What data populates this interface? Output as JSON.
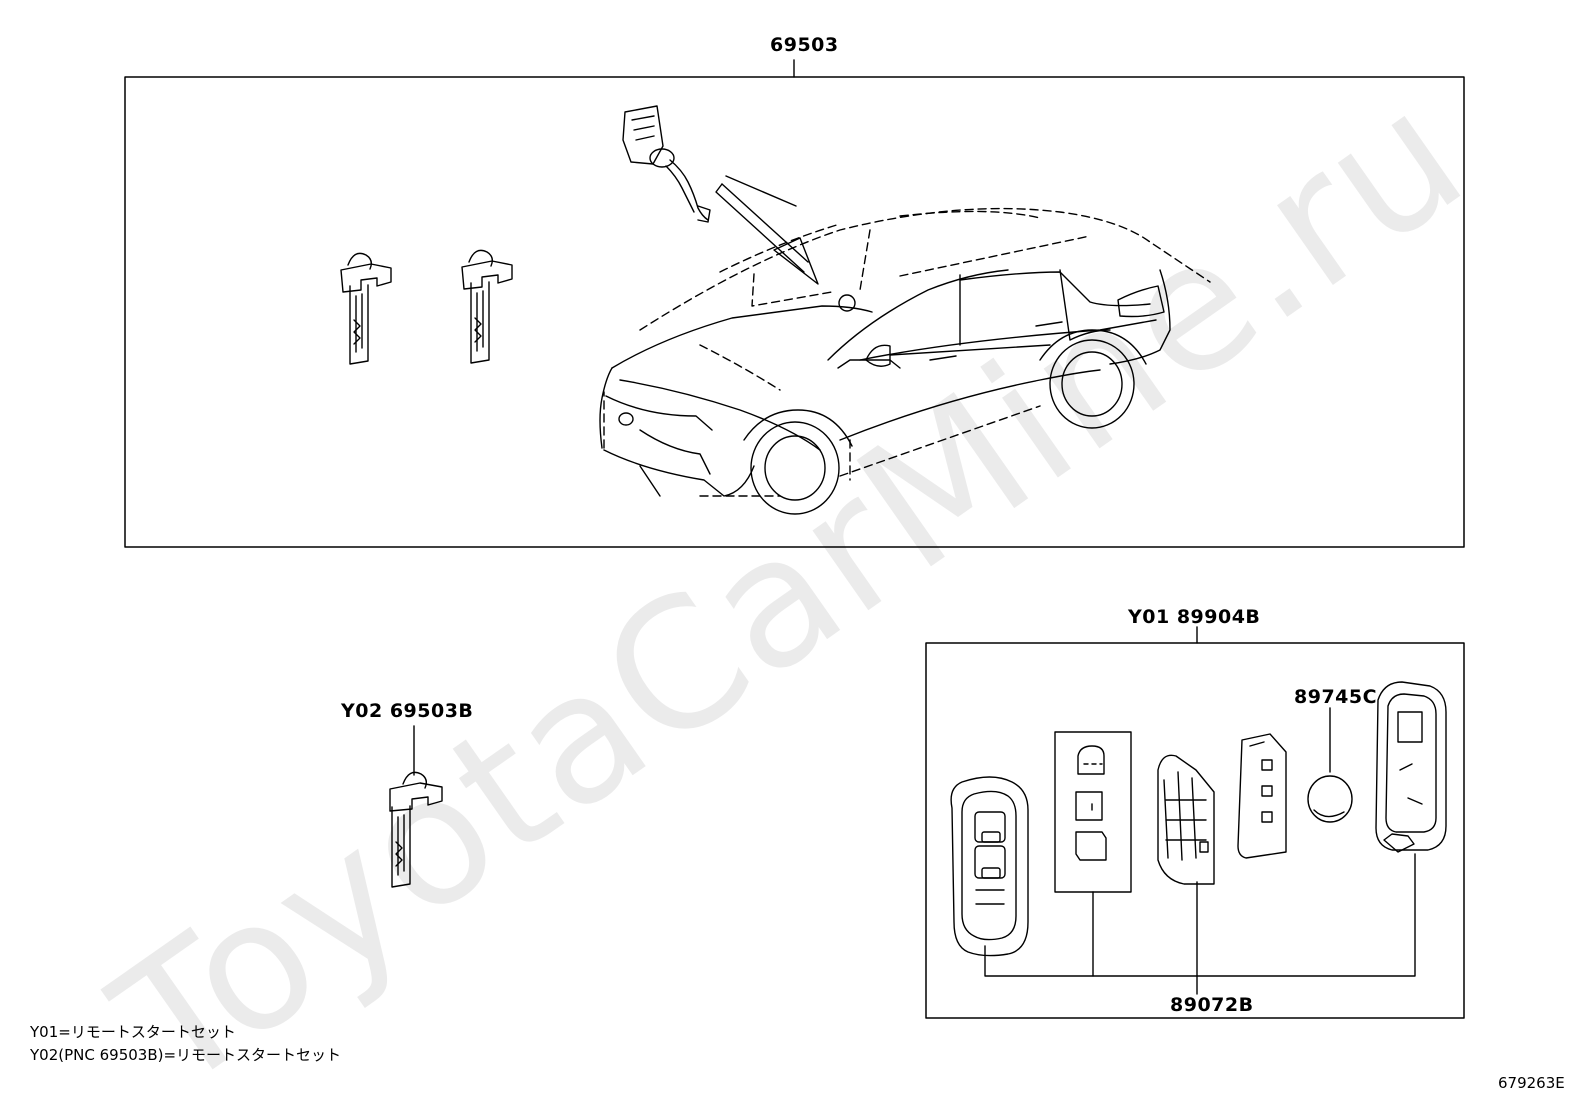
{
  "watermark": "ToyotaCarMine.ru",
  "callouts": {
    "top_box": "69503",
    "left_key": "Y02 69503B",
    "right_box": "Y01 89904B",
    "battery": "89745C",
    "bottom": "89072B"
  },
  "notes": {
    "y01": "Y01=リモートスタートセット",
    "y02": "Y02(PNC 69503B)=リモートスタートセット"
  },
  "figure_id": "679263E",
  "colors": {
    "line": "#000000",
    "watermark": "#d9d9d9"
  }
}
